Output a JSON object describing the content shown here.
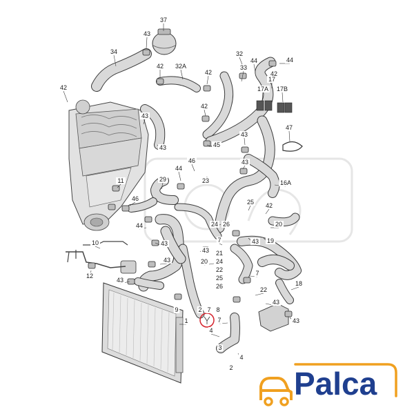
{
  "callouts": [
    {
      "id": "c37",
      "text": "37"
    },
    {
      "id": "c43a",
      "text": "43"
    },
    {
      "id": "c34",
      "text": "34"
    },
    {
      "id": "c42a",
      "text": "42"
    },
    {
      "id": "c32A",
      "text": "32A"
    },
    {
      "id": "c42b",
      "text": "42"
    },
    {
      "id": "c32",
      "text": "32"
    },
    {
      "id": "c33",
      "text": "33"
    },
    {
      "id": "c44a",
      "text": "44"
    },
    {
      "id": "c44b",
      "text": "44"
    },
    {
      "id": "c42c",
      "text": "42"
    },
    {
      "id": "c17",
      "text": "17"
    },
    {
      "id": "c17A",
      "text": "17A"
    },
    {
      "id": "c17B",
      "text": "17B"
    },
    {
      "id": "c42d",
      "text": "42"
    },
    {
      "id": "c42e",
      "text": "42"
    },
    {
      "id": "c43b",
      "text": "43"
    },
    {
      "id": "c45",
      "text": "45"
    },
    {
      "id": "c47",
      "text": "47"
    },
    {
      "id": "c43c",
      "text": "43"
    },
    {
      "id": "c43d",
      "text": "43"
    },
    {
      "id": "c46a",
      "text": "46"
    },
    {
      "id": "c44c",
      "text": "44"
    },
    {
      "id": "c29",
      "text": "29"
    },
    {
      "id": "c23",
      "text": "23"
    },
    {
      "id": "c43e",
      "text": "43"
    },
    {
      "id": "c16A",
      "text": "16A"
    },
    {
      "id": "c11",
      "text": "11"
    },
    {
      "id": "c46b",
      "text": "46"
    },
    {
      "id": "c25",
      "text": "25"
    },
    {
      "id": "c42f",
      "text": "42"
    },
    {
      "id": "c24",
      "text": "24"
    },
    {
      "id": "c26a",
      "text": "26"
    },
    {
      "id": "c20a",
      "text": "20"
    },
    {
      "id": "c44d",
      "text": "44"
    },
    {
      "id": "c43f",
      "text": "43"
    },
    {
      "id": "c19",
      "text": "19"
    },
    {
      "id": "c10",
      "text": "10"
    },
    {
      "id": "c43g",
      "text": "43"
    },
    {
      "id": "c7a",
      "text": "7"
    },
    {
      "id": "c43h",
      "text": "43"
    },
    {
      "id": "c21",
      "text": "21"
    },
    {
      "id": "c20b",
      "text": "20"
    },
    {
      "id": "c24b",
      "text": "24"
    },
    {
      "id": "c22",
      "text": "22"
    },
    {
      "id": "c25b",
      "text": "25"
    },
    {
      "id": "c26b",
      "text": "26"
    },
    {
      "id": "c43i",
      "text": "43"
    },
    {
      "id": "c12",
      "text": "12"
    },
    {
      "id": "c43j",
      "text": "43"
    },
    {
      "id": "c7b",
      "text": "7"
    },
    {
      "id": "c18",
      "text": "18"
    },
    {
      "id": "c22b",
      "text": "22"
    },
    {
      "id": "c43k",
      "text": "43"
    },
    {
      "id": "c9",
      "text": "9"
    },
    {
      "id": "c2a",
      "text": "2"
    },
    {
      "id": "c7c",
      "text": "7"
    },
    {
      "id": "c8",
      "text": "8"
    },
    {
      "id": "c1",
      "text": "1"
    },
    {
      "id": "c7d",
      "text": "7"
    },
    {
      "id": "c43l",
      "text": "43"
    },
    {
      "id": "c4a",
      "text": "4"
    },
    {
      "id": "c3",
      "text": "3"
    },
    {
      "id": "c4b",
      "text": "4"
    },
    {
      "id": "c2b",
      "text": "2"
    }
  ],
  "logo": {
    "text": "Palca",
    "brand_color": "#1f3f8f",
    "accent_color": "#f0a020",
    "icon": "car-icon"
  },
  "highlight_color": "#d4202a"
}
